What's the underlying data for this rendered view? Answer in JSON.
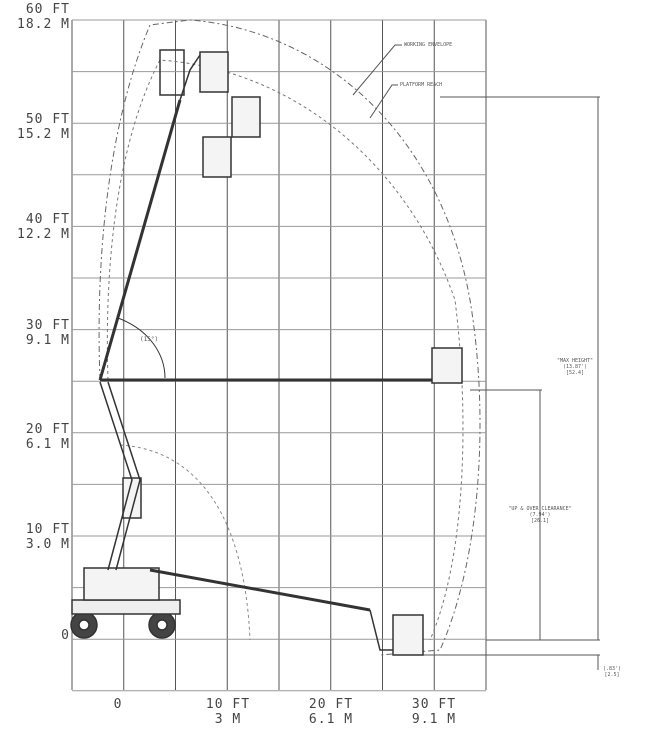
{
  "y_axis_labels": [
    {
      "ft": "60 FT",
      "m": "18.2 M"
    },
    {
      "ft": "50 FT",
      "m": "15.2 M"
    },
    {
      "ft": "40 FT",
      "m": "12.2 M"
    },
    {
      "ft": "30 FT",
      "m": "9.1 M"
    },
    {
      "ft": "20 FT",
      "m": "6.1 M"
    },
    {
      "ft": "10 FT",
      "m": "3.0 M"
    },
    {
      "ft": "0",
      "m": ""
    }
  ],
  "x_axis_labels": [
    {
      "ft": "0",
      "m": ""
    },
    {
      "ft": "10 FT",
      "m": "3 M"
    },
    {
      "ft": "20 FT",
      "m": "6.1 M"
    },
    {
      "ft": "30 FT",
      "m": "9.1 M"
    }
  ],
  "callouts": {
    "working_envelope": "WORKING ENVELOPE",
    "platform_reach": "PLATFORM REACH",
    "angle": "(15°)",
    "max_height": "\"MAX HEIGHT\"",
    "max_height_ft": "(13.87')",
    "max_height_m": "[52.4]",
    "up_over": "\"UP & OVER CLEARANCE\"",
    "up_over_ft": "(7.94')",
    "up_over_m": "[26.1]",
    "below_ft": "(.83')",
    "below_m": "[2.5]"
  }
}
